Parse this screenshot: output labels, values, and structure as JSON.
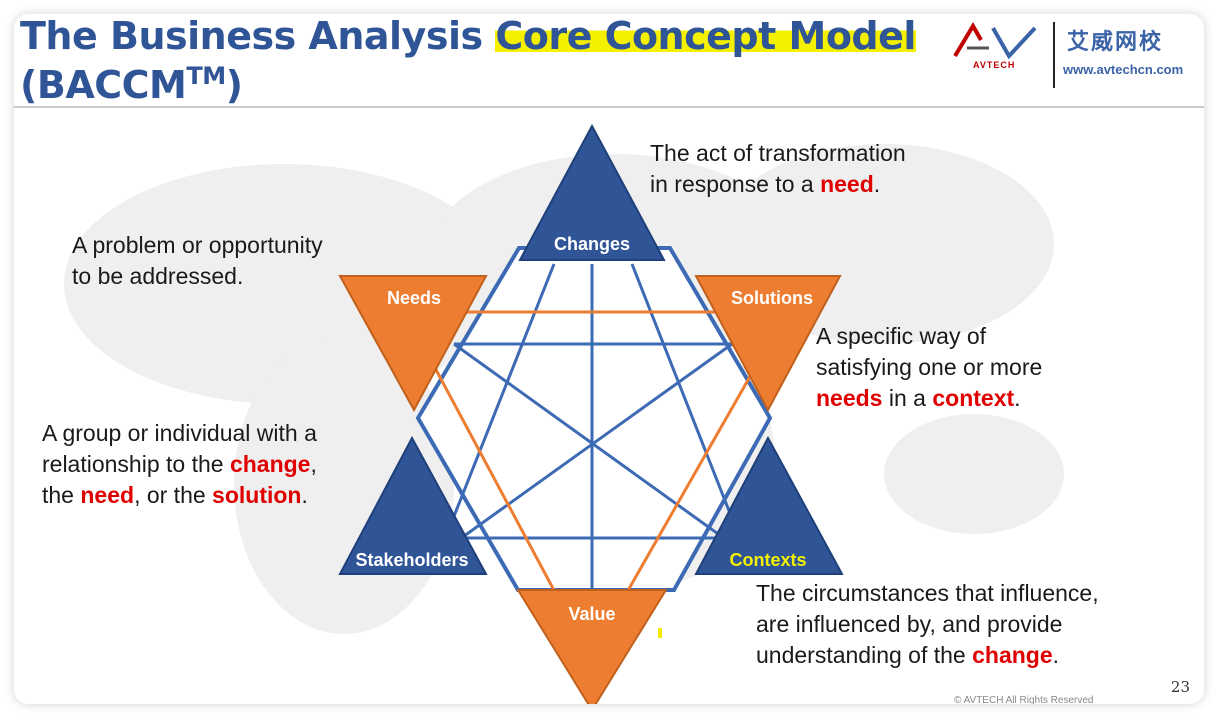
{
  "title": {
    "part1": "The Business Analysis ",
    "highlight": "Core Concept Model",
    "line2": "(BACCM",
    "sup": "TM",
    "close": ")"
  },
  "logo": {
    "mark": "AV",
    "brand": "AVTECH",
    "chinese": "艾威网校",
    "url": "www.avtechcn.com"
  },
  "concepts": {
    "changes": "Changes",
    "needs": "Needs",
    "solutions": "Solutions",
    "stakeholders": "Stakeholders",
    "contexts": "Contexts",
    "value": "Value"
  },
  "descriptions": {
    "changes": {
      "l1": "The act of transformation",
      "l2a": "in response to a ",
      "l2em": "need",
      "l2b": "."
    },
    "needs": {
      "l1": "A problem or opportunity",
      "l2": "to be addressed."
    },
    "solutions": {
      "l1": "A specific way of",
      "l2": "satisfying one or more",
      "l3em1": "needs",
      "l3a": " in a ",
      "l3em2": "context",
      "l3b": "."
    },
    "stakeholders": {
      "l1": "A group or individual with a",
      "l2a": "relationship to the ",
      "l2em": "change",
      "l2b": ",",
      "l3a": "the ",
      "l3em1": "need",
      "l3b": ", or the ",
      "l3em2": "solution",
      "l3c": "."
    },
    "contexts": {
      "l1": "The circumstances that influence,",
      "l2": "are influenced by, and provide",
      "l3a": "understanding of the ",
      "l3em": "change",
      "l3b": "."
    }
  },
  "page_number": "23",
  "footer": "© AVTECH All Rights Reserved",
  "colors": {
    "blue": "#2f5597",
    "orange": "#ed7d31",
    "title": "#2f5597",
    "emphasis": "#e00000",
    "highlight": "#f5f000"
  }
}
